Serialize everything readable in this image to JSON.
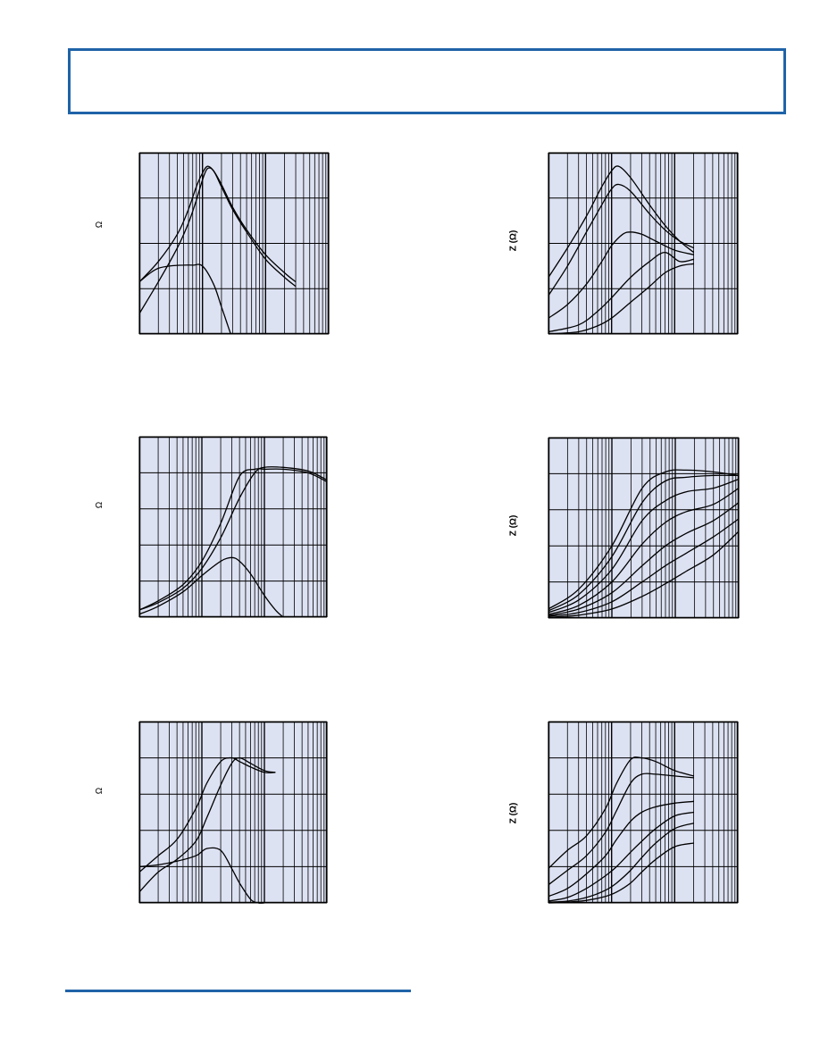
{
  "header": {
    "title": ""
  },
  "colors": {
    "accent": "#1f63a8",
    "plot_background": "#dde2f3",
    "grid": "#000000",
    "curve": "#000000"
  },
  "chart_data": [
    {
      "type": "line",
      "ylabel": "Ω",
      "xscale": "log",
      "xlim": [
        1,
        1000
      ],
      "ylim": [
        0,
        4
      ],
      "grid": true,
      "series": [
        {
          "x": [
            1,
            2,
            4,
            6,
            8,
            10,
            12,
            15,
            20,
            30,
            50,
            100,
            200,
            300
          ],
          "y": [
            1.15,
            1.6,
            2.2,
            2.75,
            3.25,
            3.55,
            3.7,
            3.6,
            3.3,
            2.8,
            2.3,
            1.75,
            1.35,
            1.15
          ]
        },
        {
          "x": [
            1,
            2,
            4,
            6,
            8,
            10,
            12,
            15,
            20,
            30,
            50,
            100,
            200,
            300
          ],
          "y": [
            0.45,
            1.15,
            1.9,
            2.45,
            2.95,
            3.4,
            3.65,
            3.6,
            3.25,
            2.75,
            2.25,
            1.65,
            1.25,
            1.05
          ]
        },
        {
          "x": [
            1,
            1.5,
            2,
            3,
            5,
            7,
            10,
            15,
            20,
            25,
            28
          ],
          "y": [
            1.15,
            1.35,
            1.45,
            1.5,
            1.52,
            1.52,
            1.5,
            1.1,
            0.6,
            0.2,
            0
          ]
        }
      ]
    },
    {
      "type": "line",
      "ylabel": "Z (Ω)",
      "xscale": "log",
      "xlim": [
        1,
        1000
      ],
      "ylim": [
        0,
        4
      ],
      "grid": true,
      "series": [
        {
          "x": [
            1,
            2,
            4,
            7,
            10,
            13,
            20,
            40,
            70,
            120,
            200
          ],
          "y": [
            1.25,
            1.9,
            2.6,
            3.25,
            3.6,
            3.7,
            3.45,
            2.85,
            2.4,
            2.05,
            1.8
          ]
        },
        {
          "x": [
            1,
            2,
            4,
            7,
            10,
            13,
            20,
            40,
            70,
            120,
            200
          ],
          "y": [
            0.85,
            1.5,
            2.25,
            2.85,
            3.2,
            3.3,
            3.15,
            2.65,
            2.3,
            2.05,
            1.9
          ]
        },
        {
          "x": [
            1,
            2,
            4,
            7,
            10,
            15,
            20,
            30,
            50,
            100,
            200
          ],
          "y": [
            0.35,
            0.65,
            1.1,
            1.6,
            1.95,
            2.2,
            2.25,
            2.2,
            2.05,
            1.85,
            1.75
          ]
        },
        {
          "x": [
            1,
            3,
            6,
            10,
            20,
            40,
            70,
            120,
            200
          ],
          "y": [
            0.05,
            0.2,
            0.5,
            0.8,
            1.25,
            1.6,
            1.8,
            1.6,
            1.65
          ]
        },
        {
          "x": [
            1,
            3,
            6,
            10,
            20,
            40,
            70,
            120,
            200
          ],
          "y": [
            0,
            0.05,
            0.18,
            0.35,
            0.7,
            1.05,
            1.35,
            1.5,
            1.55
          ]
        }
      ]
    },
    {
      "type": "line",
      "ylabel": "Ω",
      "xscale": "log",
      "xlim": [
        1,
        1000
      ],
      "ylim": [
        0,
        5
      ],
      "grid": true,
      "series": [
        {
          "x": [
            1,
            2,
            5,
            10,
            20,
            40,
            70,
            100,
            200,
            500,
            1000
          ],
          "y": [
            0.2,
            0.45,
            0.9,
            1.55,
            2.6,
            3.9,
            4.1,
            4.1,
            4.1,
            4.0,
            3.75
          ]
        },
        {
          "x": [
            1,
            2,
            5,
            10,
            20,
            40,
            70,
            100,
            200,
            500,
            1000
          ],
          "y": [
            0.2,
            0.4,
            0.8,
            1.35,
            2.2,
            3.3,
            4.0,
            4.15,
            4.15,
            4.05,
            3.8
          ]
        },
        {
          "x": [
            1,
            2,
            5,
            10,
            20,
            30,
            40,
            60,
            100,
            150,
            200
          ],
          "y": [
            0.08,
            0.3,
            0.7,
            1.15,
            1.55,
            1.65,
            1.55,
            1.2,
            0.6,
            0.2,
            0
          ]
        }
      ]
    },
    {
      "type": "line",
      "ylabel": "Z (Ω)",
      "xscale": "log",
      "xlim": [
        1,
        1000
      ],
      "ylim": [
        0,
        5
      ],
      "grid": true,
      "series": [
        {
          "x": [
            1,
            3,
            10,
            30,
            70,
            150,
            400,
            1000
          ],
          "y": [
            0.25,
            0.8,
            2.0,
            3.6,
            4.05,
            4.1,
            4.05,
            3.95
          ]
        },
        {
          "x": [
            1,
            3,
            10,
            30,
            70,
            150,
            400,
            1000
          ],
          "y": [
            0.2,
            0.65,
            1.7,
            3.2,
            3.8,
            3.9,
            3.95,
            3.95
          ]
        },
        {
          "x": [
            1,
            3,
            10,
            30,
            70,
            150,
            400,
            1000
          ],
          "y": [
            0.15,
            0.5,
            1.35,
            2.7,
            3.25,
            3.5,
            3.6,
            3.85
          ]
        },
        {
          "x": [
            1,
            3,
            10,
            30,
            70,
            150,
            400,
            1000
          ],
          "y": [
            0.1,
            0.35,
            1.0,
            2.05,
            2.65,
            2.95,
            3.15,
            3.6
          ]
        },
        {
          "x": [
            1,
            3,
            10,
            30,
            70,
            150,
            400,
            1000
          ],
          "y": [
            0.07,
            0.25,
            0.7,
            1.45,
            2.0,
            2.35,
            2.7,
            3.2
          ]
        },
        {
          "x": [
            1,
            3,
            10,
            30,
            70,
            150,
            400,
            1000
          ],
          "y": [
            0.05,
            0.15,
            0.45,
            1.0,
            1.45,
            1.8,
            2.25,
            2.75
          ]
        },
        {
          "x": [
            1,
            3,
            10,
            30,
            70,
            150,
            400,
            1000
          ],
          "y": [
            0.02,
            0.08,
            0.25,
            0.6,
            0.95,
            1.3,
            1.75,
            2.4
          ]
        }
      ]
    },
    {
      "type": "line",
      "ylabel": "Ω",
      "xscale": "log",
      "xlim": [
        1,
        1000
      ],
      "ylim": [
        0,
        5
      ],
      "grid": true,
      "series": [
        {
          "x": [
            1,
            2,
            4,
            8,
            12,
            20,
            30,
            40,
            60,
            100,
            150
          ],
          "y": [
            0.85,
            1.3,
            1.75,
            2.6,
            3.3,
            3.9,
            4.0,
            3.9,
            3.75,
            3.6,
            3.6
          ]
        },
        {
          "x": [
            1,
            2,
            4,
            8,
            12,
            20,
            30,
            40,
            60,
            100,
            150
          ],
          "y": [
            0.3,
            0.85,
            1.2,
            1.7,
            2.35,
            3.25,
            3.85,
            4.0,
            3.85,
            3.65,
            3.6
          ]
        },
        {
          "x": [
            1,
            2,
            4,
            8,
            12,
            20,
            30,
            40,
            60,
            80,
            100
          ],
          "y": [
            1.0,
            1.05,
            1.15,
            1.3,
            1.5,
            1.45,
            0.95,
            0.55,
            0.1,
            0,
            0
          ]
        }
      ]
    },
    {
      "type": "line",
      "ylabel": "Z (Ω)",
      "xscale": "log",
      "xlim": [
        1,
        1000
      ],
      "ylim": [
        0,
        5
      ],
      "grid": true,
      "series": [
        {
          "x": [
            1,
            2,
            4,
            8,
            12,
            20,
            30,
            50,
            100,
            200
          ],
          "y": [
            0.95,
            1.45,
            1.85,
            2.6,
            3.3,
            3.95,
            4.0,
            3.9,
            3.65,
            3.5
          ]
        },
        {
          "x": [
            1,
            2,
            4,
            8,
            12,
            20,
            30,
            50,
            100,
            200
          ],
          "y": [
            0.5,
            0.9,
            1.3,
            1.95,
            2.55,
            3.3,
            3.55,
            3.55,
            3.5,
            3.45
          ]
        },
        {
          "x": [
            1,
            2,
            4,
            8,
            12,
            20,
            30,
            50,
            100,
            200
          ],
          "y": [
            0.18,
            0.4,
            0.8,
            1.3,
            1.75,
            2.25,
            2.5,
            2.65,
            2.75,
            2.8
          ]
        },
        {
          "x": [
            1,
            2,
            4,
            8,
            12,
            20,
            30,
            50,
            100,
            200
          ],
          "y": [
            0.05,
            0.15,
            0.4,
            0.75,
            1.0,
            1.4,
            1.7,
            2.05,
            2.4,
            2.5
          ]
        },
        {
          "x": [
            1,
            2,
            4,
            8,
            12,
            20,
            30,
            50,
            100,
            200
          ],
          "y": [
            0.02,
            0.05,
            0.15,
            0.35,
            0.55,
            0.9,
            1.25,
            1.65,
            2.05,
            2.2
          ]
        },
        {
          "x": [
            1,
            2,
            4,
            8,
            12,
            20,
            30,
            50,
            100,
            200
          ],
          "y": [
            0,
            0.02,
            0.07,
            0.18,
            0.3,
            0.55,
            0.85,
            1.2,
            1.55,
            1.65
          ]
        }
      ]
    }
  ]
}
